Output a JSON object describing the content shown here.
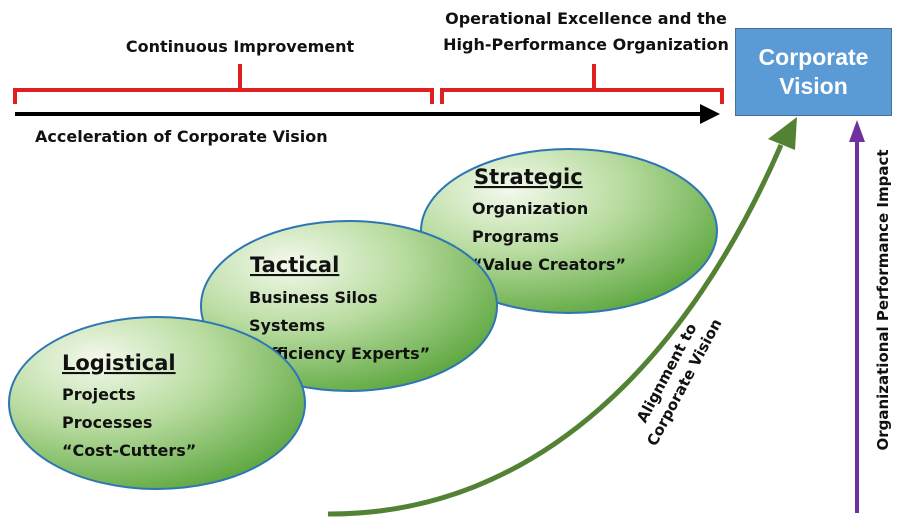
{
  "brackets": {
    "left_label": "Continuous Improvement",
    "right_label_line1": "Operational Excellence and the",
    "right_label_line2": "High-Performance Organization"
  },
  "timeline": {
    "label": "Acceleration of Corporate Vision"
  },
  "vision_box": {
    "line1": "Corporate",
    "line2": "Vision",
    "fill": "#5b9bd5"
  },
  "stages": [
    {
      "title": "Logistical",
      "lines": [
        "Projects",
        "Processes",
        "“Cost-Cutters”"
      ]
    },
    {
      "title": "Tactical",
      "lines": [
        "Business Silos",
        "Systems",
        "“Efficiency Experts”"
      ]
    },
    {
      "title": "Strategic",
      "lines": [
        "Organization",
        "Programs",
        "“Value Creators”"
      ]
    }
  ],
  "alignment_arrow": {
    "line1": "Alignment to",
    "line2": "Corporate Vision",
    "color": "#548235"
  },
  "impact_arrow": {
    "label": "Organizational Performance Impact",
    "color": "#7030a0"
  },
  "colors": {
    "bracket": "#e02020",
    "timeline": "#000000",
    "ellipse_light": "#eef6e4",
    "ellipse_dark": "#58a43a"
  }
}
